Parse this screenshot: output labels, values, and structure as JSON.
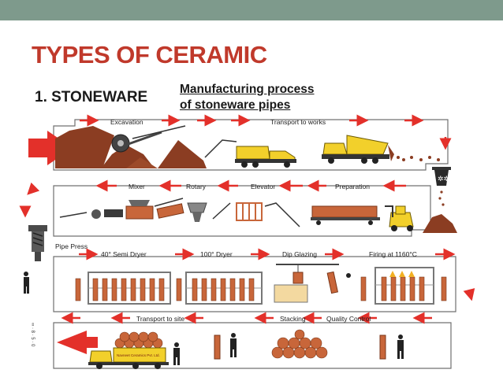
{
  "slide": {
    "title": "TYPES OF CERAMIC",
    "subtitle": "1. STONEWARE",
    "caption_line1": "Manufacturing process",
    "caption_line2": "of stoneware pipes"
  },
  "diagram": {
    "stages": {
      "excavation": "Excavation",
      "transport_to_works": "Transport to works",
      "mixer": "Mixer",
      "rotary": "Rotary",
      "elevator": "Elevator",
      "preparation": "Preparation",
      "pipe_press": "Pipe Press",
      "semi_dryer": "40° Semi Dryer",
      "dryer": "100° Dryer",
      "dip_glazing": "Dip Glazing",
      "firing": "Firing at 1160°C",
      "transport_to_site": "Transport to site",
      "stacking": "Stacking",
      "quality_control": "Quality Control"
    },
    "truck_label": "Navneet Ceramics Pvt. Ltd.",
    "side_text": "∞ · 8 · 5 · 0"
  },
  "colors": {
    "topbar": "#7e9a8c",
    "title": "#c0392b",
    "arrow": "#e3302a",
    "earth": "#8b3d22",
    "pipe": "#c8663a",
    "truck": "#f2d02b",
    "frame": "#707070"
  }
}
